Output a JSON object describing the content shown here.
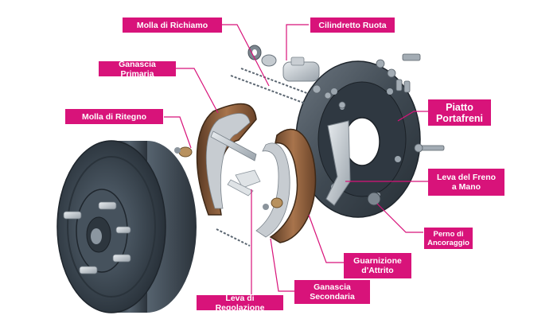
{
  "labels": {
    "molla_richiamo": "Molla di Richiamo",
    "cilindretto_ruota": "Cilindretto Ruota",
    "ganascia_primaria": "Ganascia Primaria",
    "piatto_portafreni": "Piatto\nPortafreni",
    "molla_ritegno": "Molla di Ritegno",
    "leva_freno_mano": "Leva del Freno\na Mano",
    "perno_ancoraggio": "Perno di\nAncoraggio",
    "guarnizione_attrito": "Guarnizione\nd'Attrito",
    "ganascia_secondaria": "Ganascia\nSecondaria",
    "leva_regolazione": "Leva di Regolazione"
  },
  "colors": {
    "label_bg": "#d8137a",
    "label_text": "#ffffff",
    "leader_line": "#d8137a",
    "drum": "#3a4652",
    "shoe_lining": "#8a5a3a",
    "backing_plate": "#4a545e"
  }
}
